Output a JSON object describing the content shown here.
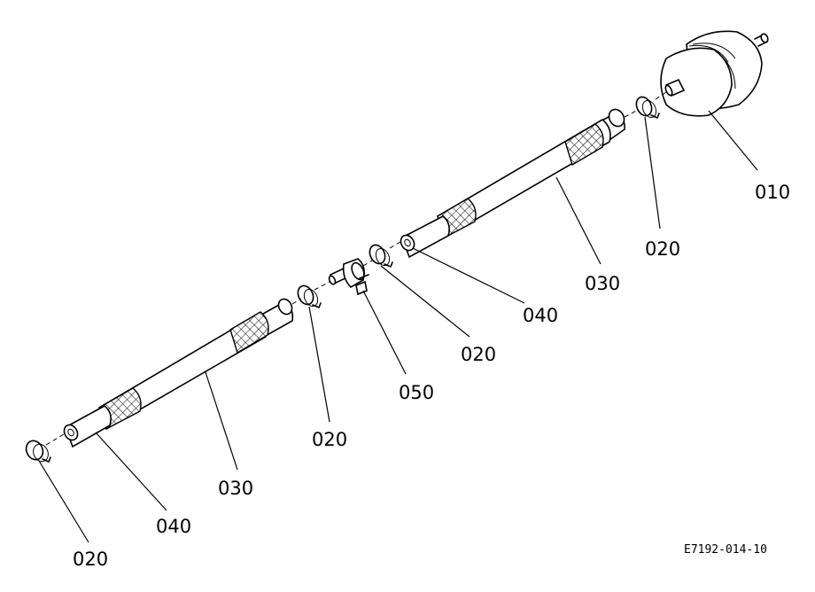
{
  "callouts": [
    {
      "id": "c-010",
      "text": "010"
    },
    {
      "id": "c-020-a",
      "text": "020"
    },
    {
      "id": "c-030-a",
      "text": "030"
    },
    {
      "id": "c-040-a",
      "text": "040"
    },
    {
      "id": "c-020-b",
      "text": "020"
    },
    {
      "id": "c-050",
      "text": "050"
    },
    {
      "id": "c-020-c",
      "text": "020"
    },
    {
      "id": "c-030-b",
      "text": "030"
    },
    {
      "id": "c-040-b",
      "text": "040"
    },
    {
      "id": "c-020-d",
      "text": "020"
    }
  ],
  "drawing_code": "E7192-014-10"
}
